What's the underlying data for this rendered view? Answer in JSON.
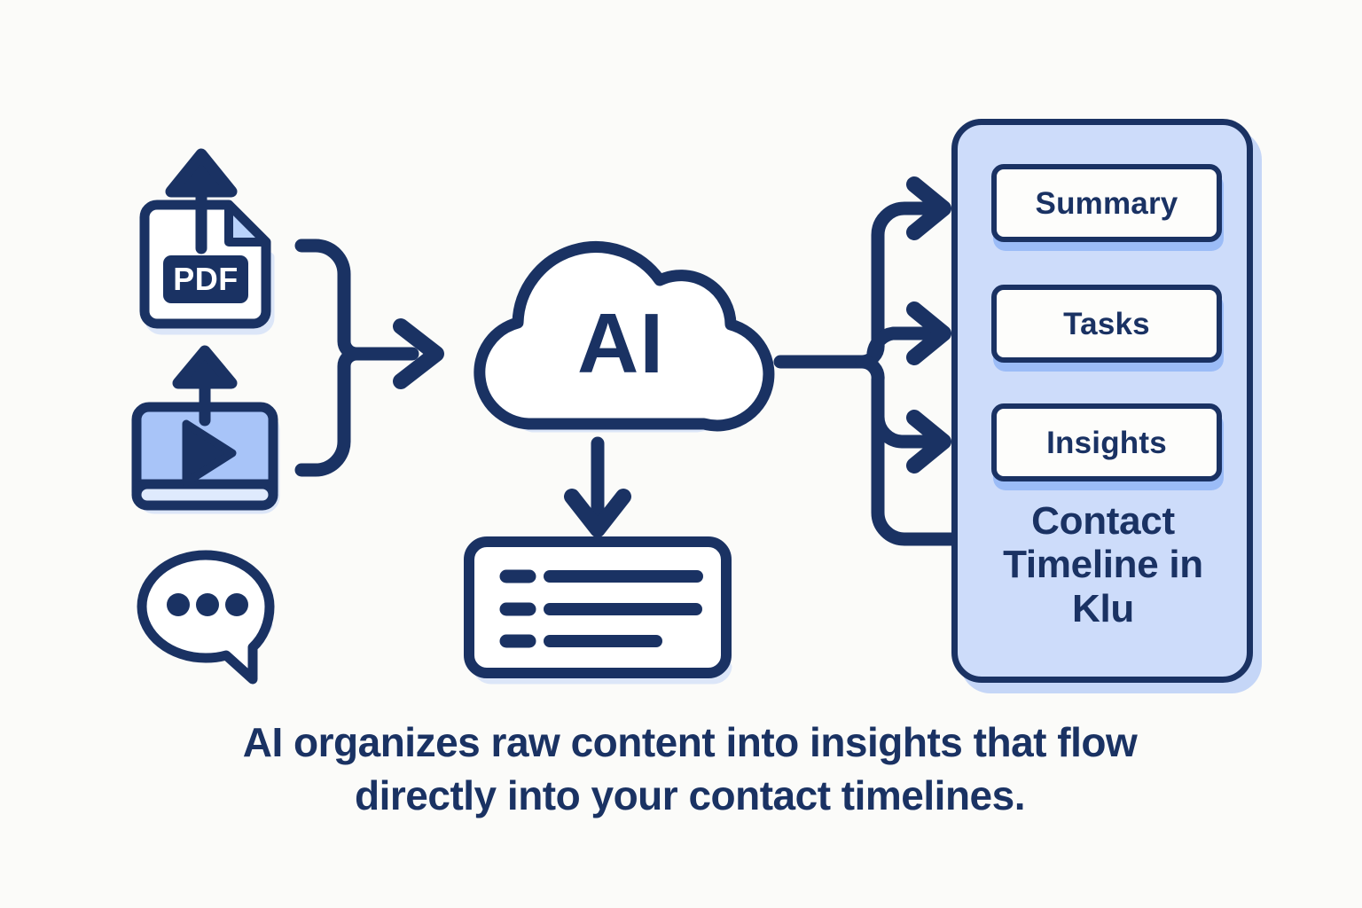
{
  "diagram": {
    "title": "AI organizes raw content into insights that flow directly into your contact timelines.",
    "caption_line_1": "AI organizes raw content into insights that flow",
    "caption_line_2": "directly into your contact timelines.",
    "colors": {
      "navy": "#1a3263",
      "panel_fill": "#cddcfa",
      "panel_shadow": "#c5d6f7",
      "card_fill": "#fdfdfb",
      "card_shadow": "#9bbcf7",
      "accent_blue": "#a8c4f8",
      "light_blue": "#cfe0fb",
      "background": "#fbfbf9"
    },
    "inputs": [
      {
        "id": "pdf",
        "icon": "pdf-document-icon",
        "label": "PDF",
        "action_icon": "upload-arrow-icon"
      },
      {
        "id": "video",
        "icon": "video-play-icon",
        "label": "",
        "action_icon": "upload-arrow-icon"
      },
      {
        "id": "chat",
        "icon": "chat-bubble-icon",
        "label": "",
        "action_icon": ""
      }
    ],
    "processor": {
      "icon": "ai-cloud-icon",
      "label": "AI"
    },
    "output_document": {
      "icon": "list-document-icon",
      "rows": 3
    },
    "panel": {
      "title": "Contact Timeline in Klu",
      "title_line_1": "Contact",
      "title_line_2": "Timeline in",
      "title_line_3": "Klu",
      "cards": [
        {
          "label": "Summary"
        },
        {
          "label": "Tasks"
        },
        {
          "label": "Insights"
        }
      ]
    },
    "connectors": {
      "merge_brace": "merge-brace-arrow",
      "cloud_down_arrow": "down-arrow-icon",
      "branch_fan": "branch-fan-arrows",
      "branch_count": 4
    }
  }
}
